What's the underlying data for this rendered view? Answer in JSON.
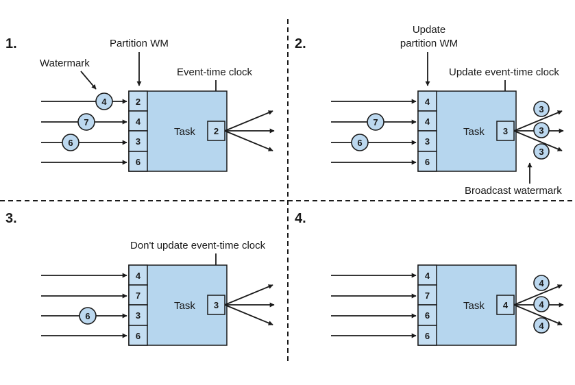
{
  "panels": [
    {
      "number": "1.",
      "task_label": "Task",
      "partition_wms": [
        "2",
        "4",
        "3",
        "6"
      ],
      "clock": "2",
      "incoming": [
        {
          "row": 0,
          "value": "4"
        },
        {
          "row": 1,
          "value": "7"
        },
        {
          "row": 2,
          "value": "6"
        }
      ],
      "outgoing": [],
      "labels": {
        "watermark": "Watermark",
        "partition_wm": "Partition WM",
        "clock": "Event-time clock"
      }
    },
    {
      "number": "2.",
      "task_label": "Task",
      "partition_wms": [
        "4",
        "4",
        "3",
        "6"
      ],
      "clock": "3",
      "incoming": [
        {
          "row": 1,
          "value": "7"
        },
        {
          "row": 2,
          "value": "6"
        }
      ],
      "outgoing": [
        "3",
        "3",
        "3"
      ],
      "labels": {
        "update_partition_line1": "Update",
        "update_partition_line2": "partition WM",
        "clock": "Update event-time clock",
        "broadcast": "Broadcast watermark"
      }
    },
    {
      "number": "3.",
      "task_label": "Task",
      "partition_wms": [
        "4",
        "7",
        "3",
        "6"
      ],
      "clock": "3",
      "incoming": [
        {
          "row": 2,
          "value": "6"
        }
      ],
      "outgoing": [],
      "labels": {
        "clock": "Don't update event-time clock"
      }
    },
    {
      "number": "4.",
      "task_label": "Task",
      "partition_wms": [
        "4",
        "7",
        "6",
        "6"
      ],
      "clock": "4",
      "incoming": [],
      "outgoing": [
        "4",
        "4",
        "4"
      ],
      "labels": {}
    }
  ]
}
